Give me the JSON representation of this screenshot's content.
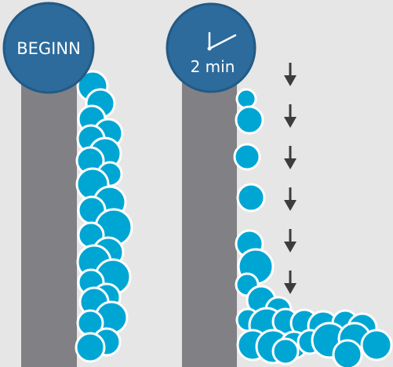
{
  "colors": {
    "background": "#e6e6e6",
    "column": "#818185",
    "badge": "#2c6b9c",
    "badge_border": "#235a85",
    "bubble": "#00a6d3",
    "bubble_outline": "#ffffff",
    "arrow": "#3c3c3c",
    "text": "#ffffff"
  },
  "panels": [
    {
      "id": "start",
      "badge_label": "BEGINN",
      "badge_icon": "none"
    },
    {
      "id": "after",
      "badge_label": "2 min",
      "badge_icon": "clock-hand-icon"
    }
  ],
  "arrow_count": 6
}
